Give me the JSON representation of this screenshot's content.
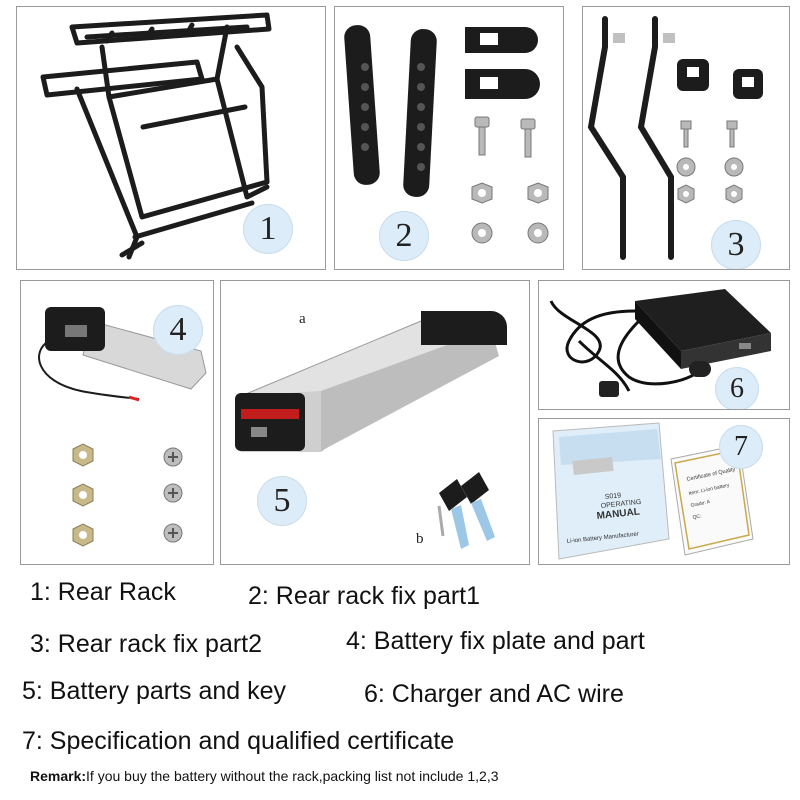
{
  "panels": [
    {
      "number": "1"
    },
    {
      "number": "2"
    },
    {
      "number": "3"
    },
    {
      "number": "4"
    },
    {
      "number": "5",
      "label_a": "a",
      "label_b": "b"
    },
    {
      "number": "6"
    },
    {
      "number": "7",
      "manual_code": "S019",
      "manual_line1": "OPERATING",
      "manual_title": "MANUAL",
      "manual_maker": "Li-ion Battery Manufacturer",
      "cert_title": "Certificate of Quality",
      "cert_item": "Item: Li-ion battery",
      "cert_grade": "Grade: A",
      "cert_qc": "QC:"
    }
  ],
  "legend": {
    "item1": "1: Rear Rack",
    "item2": "2: Rear rack fix part1",
    "item3": "3: Rear rack fix part2",
    "item4": "4: Battery fix plate and part",
    "item5": "5: Battery parts and key",
    "item6": "6: Charger and AC wire",
    "item7": "7: Specification and qualified certificate"
  },
  "remark": {
    "label": "Remark:",
    "text": "If you buy the battery without the rack,packing list not include 1,2,3"
  }
}
